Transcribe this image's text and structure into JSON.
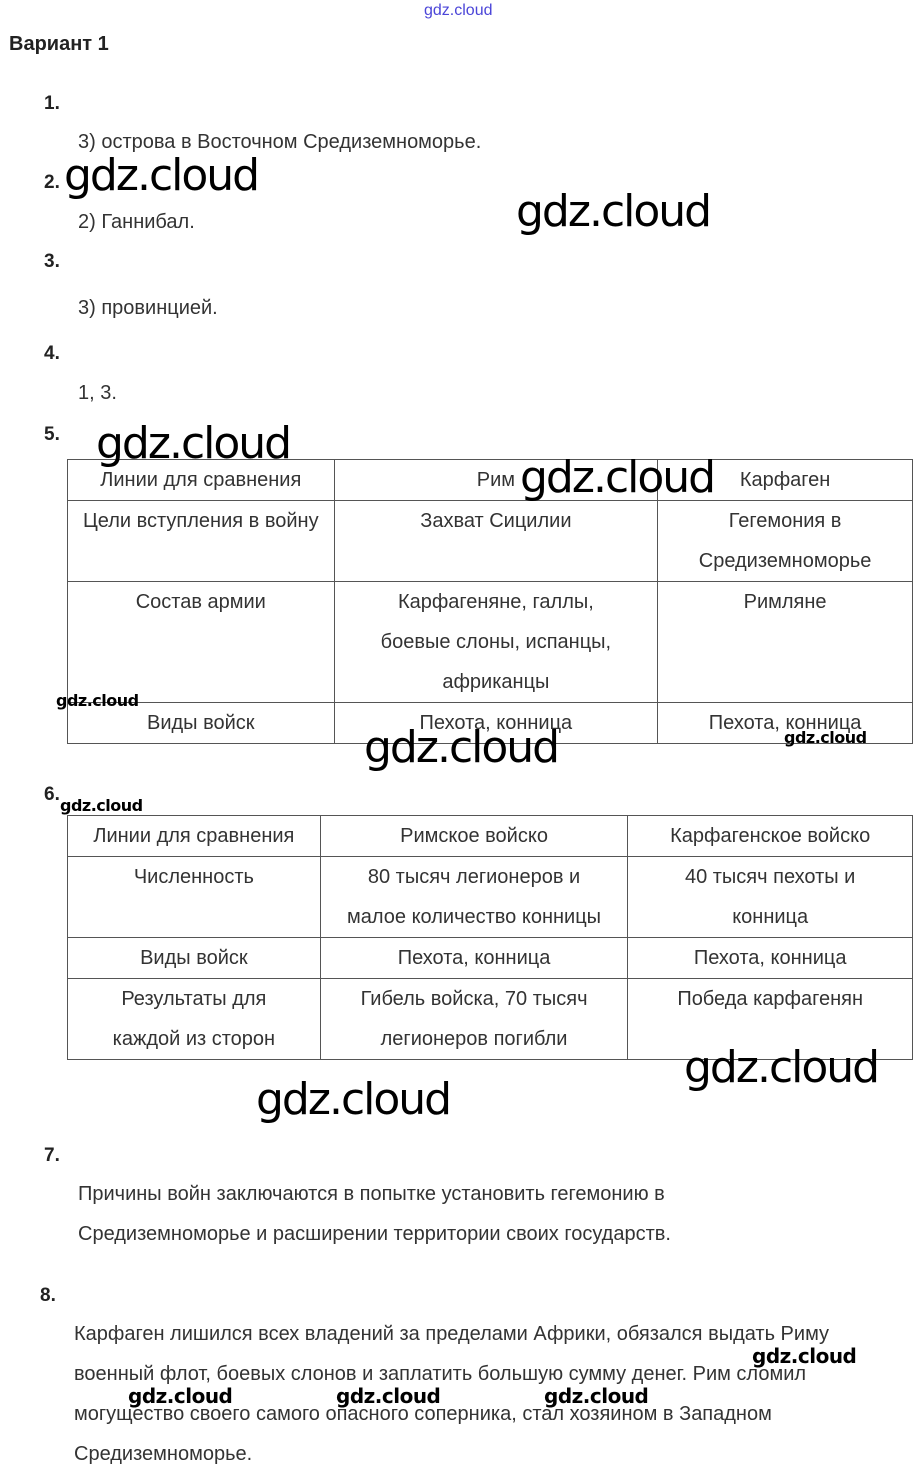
{
  "header": {
    "link": "gdz.cloud",
    "title": "Вариант 1"
  },
  "questions": [
    {
      "n": "1.",
      "answer": "3) острова в Восточном Средиземноморье."
    },
    {
      "n": "2.",
      "answer": "2) Ганнибал."
    },
    {
      "n": "3.",
      "answer": "3) провинцией."
    },
    {
      "n": "4.",
      "answer": "1, 3."
    },
    {
      "n": "5."
    },
    {
      "n": "6."
    },
    {
      "n": "7.",
      "answer": "Причины войн заключаются в попытке установить гегемонию в Средиземноморье и расширении территории своих государств."
    },
    {
      "n": "8.",
      "answer": "Карфаген лишился всех владений за пределами Африки, обязался выдать Риму военный флот, боевых слонов и заплатить большую сумму денег. Рим сломил могущество своего самого опасного соперника, стал хозяином в Западном Средиземноморье."
    }
  ],
  "table5": {
    "headers": [
      "Линии для сравнения",
      "Рим",
      "Карфаген"
    ],
    "rows": [
      [
        "Цели вступления в войну",
        "Захват Сицилии",
        "Гегемония в Средиземноморье"
      ],
      [
        "Состав армии",
        "Карфагеняне, галлы, боевые слоны, испанцы, африканцы",
        "Римляне"
      ],
      [
        "Виды войск",
        "Пехота, конница",
        "Пехота, конница"
      ]
    ]
  },
  "table6": {
    "headers": [
      "Линии для сравнения",
      "Римское войско",
      "Карфагенское войско"
    ],
    "rows": [
      [
        "Численность",
        "80 тысяч легионеров и малое количество конницы",
        "40 тысяч пехоты и конница"
      ],
      [
        "Виды войск",
        "Пехота, конница",
        "Пехота, конница"
      ],
      [
        "Результаты для каждой из сторон",
        "Гибель войска, 70 тысяч легионеров погибли",
        "Победа карфагенян"
      ]
    ]
  },
  "watermark": "gdz.cloud"
}
